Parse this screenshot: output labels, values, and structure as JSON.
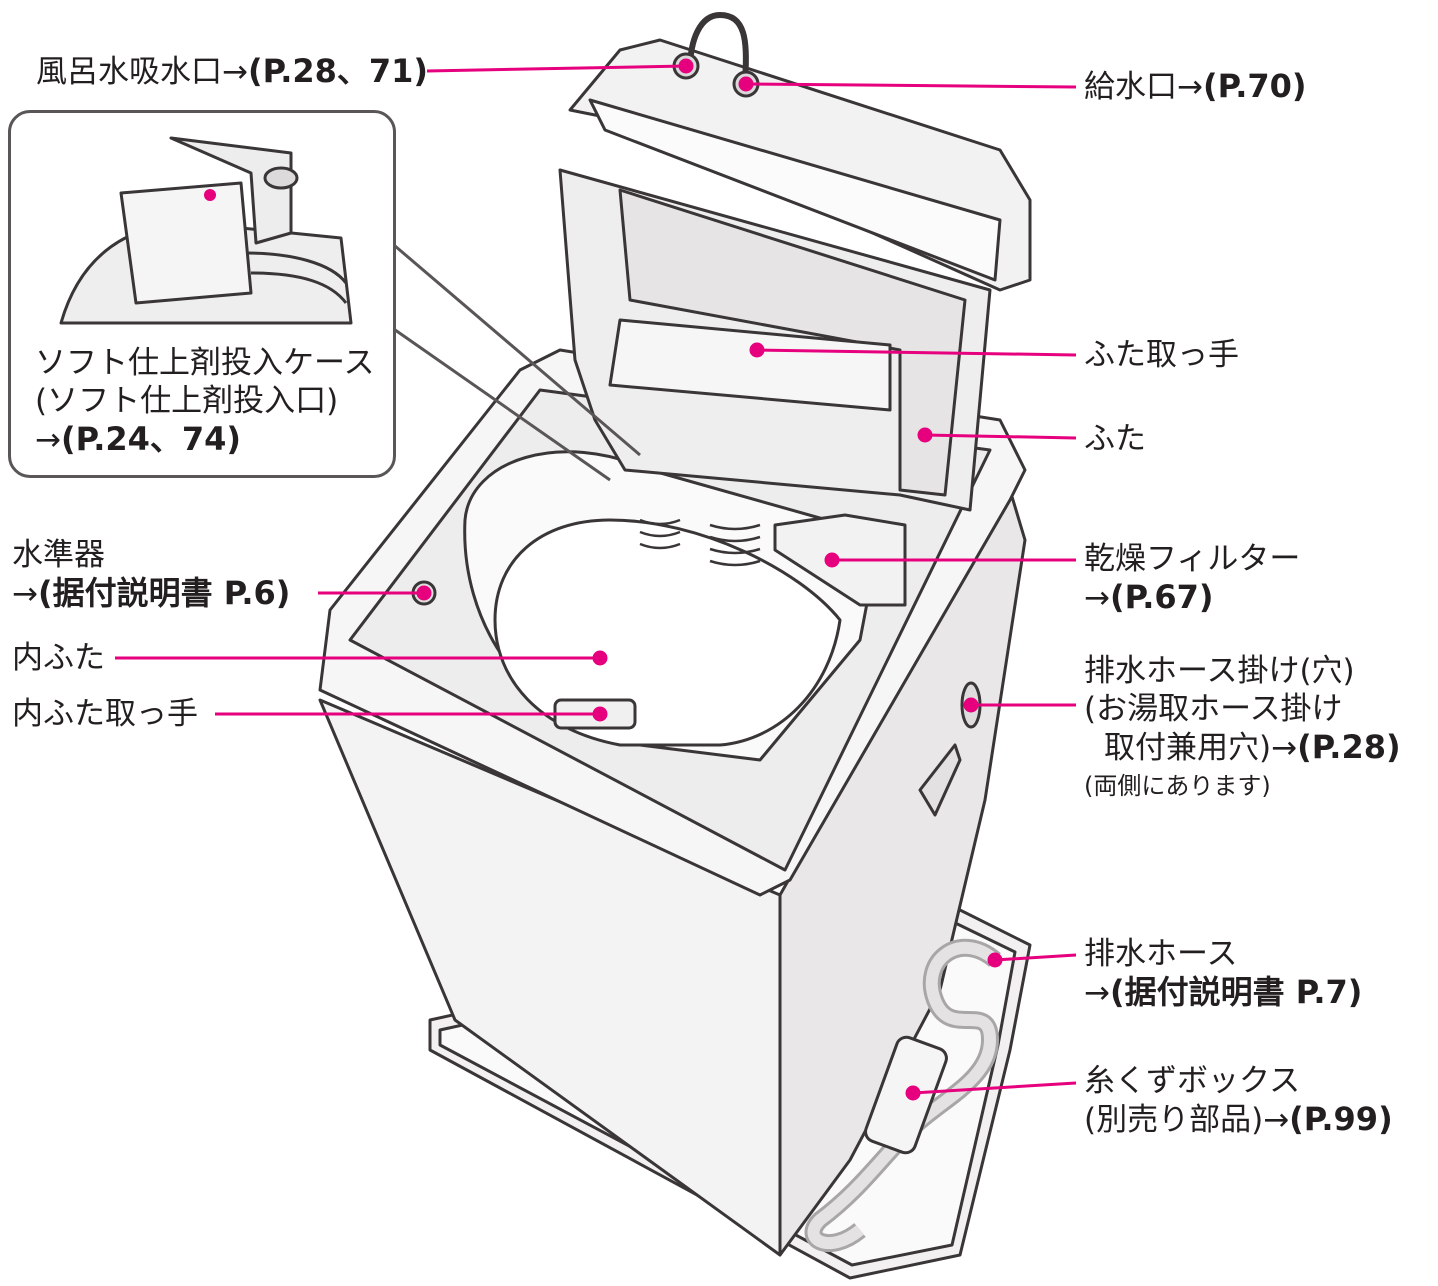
{
  "accent_color": "#e6007e",
  "labels": {
    "bath_intake": {
      "text": "風呂水吸水口→",
      "ref": "(P.28、71)"
    },
    "water_inlet": {
      "text": "給水口→",
      "ref": "(P.70)"
    },
    "softener_case": {
      "line1": "ソフト仕上剤投入ケース",
      "line2": "(ソフト仕上剤投入口)",
      "line3_prefix": "→",
      "line3_ref": "(P.24、74)"
    },
    "lid_handle": {
      "text": "ふた取っ手"
    },
    "lid": {
      "text": "ふた"
    },
    "level": {
      "line1": "水準器",
      "line2_prefix": "→",
      "line2_ref": "(据付説明書 P.6)"
    },
    "dry_filter": {
      "line1": "乾燥フィルター",
      "line2_prefix": "→",
      "line2_ref": "(P.67)"
    },
    "inner_lid": {
      "text": "内ふた"
    },
    "inner_lid_handle": {
      "text": "内ふた取っ手"
    },
    "drain_hook": {
      "line1": "排水ホース掛け(穴)",
      "line2": "(お湯取ホース掛け",
      "line3": "取付兼用穴)→",
      "line3_ref": "(P.28)",
      "note": "(両側にあります)"
    },
    "drain_hose": {
      "line1": "排水ホース",
      "line2_prefix": "→",
      "line2_ref": "(据付説明書 P.7)"
    },
    "lint_box": {
      "line1": "糸くずボックス",
      "line2": "(別売り部品)→",
      "line2_ref": "(P.99)"
    }
  }
}
